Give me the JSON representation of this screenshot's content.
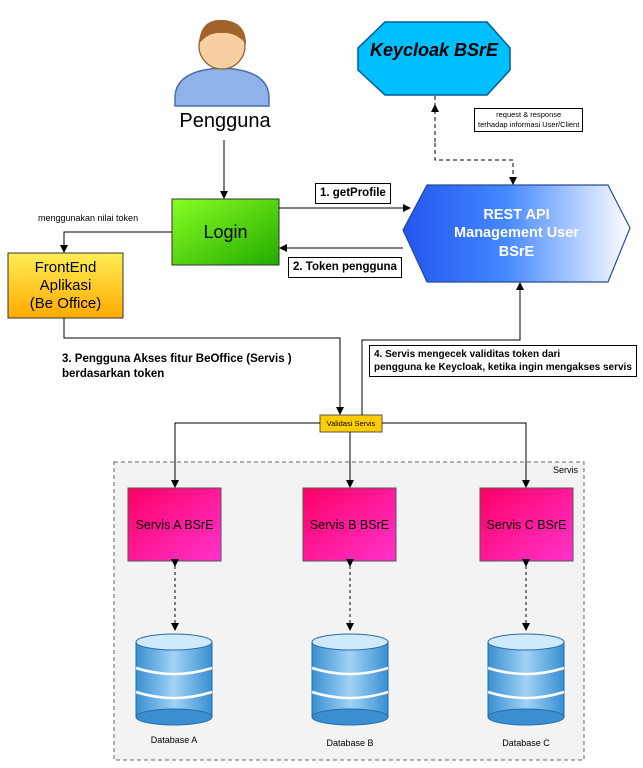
{
  "user": {
    "label": "Pengguna"
  },
  "keycloak": {
    "label": "Keycloak BSrE"
  },
  "keycloak_link": {
    "line1": "request & response",
    "line2": "terhadap informasi User/Client"
  },
  "login": {
    "label": "Login"
  },
  "rest_api": {
    "line1": "REST API",
    "line2": "Management User",
    "line3": "BSrE"
  },
  "frontend": {
    "line1": "FrontEnd",
    "line2": "Aplikasi",
    "line3": "(Be Office)"
  },
  "token_note": "menggunakan nilai token",
  "steps": {
    "s1": "1. getProfile",
    "s2": "2. Token pengguna",
    "s3_line1": "3. Pengguna Akses fitur BeOffice (Servis )",
    "s3_line2": "berdasarkan token",
    "s4_line1": "4. Servis mengecek validitas token dari",
    "s4_line2": "pengguna ke Keycloak, ketika ingin mengakses servis"
  },
  "validasi": "Validasi Servis",
  "group_label": "Servis",
  "services": [
    {
      "label": "Servis A BSrE",
      "db": "Database A"
    },
    {
      "label": "Servis B BSrE",
      "db": "Database B"
    },
    {
      "label": "Servis C BSrE",
      "db": "Database C"
    }
  ],
  "colors": {
    "keycloak_fill": "#00BFFF",
    "login_fill": "#33CC00",
    "rest_fill": "#3366FF",
    "frontend_fill": "#FFCC00",
    "service_fill": "#FF0066",
    "db_fill": "#5DADE2"
  }
}
